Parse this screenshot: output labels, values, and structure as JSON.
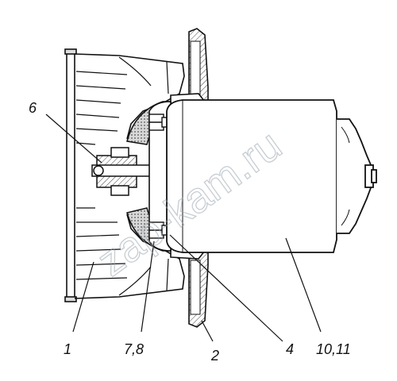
{
  "diagram": {
    "labels": {
      "l6": "6",
      "l1": "1",
      "l78": "7,8",
      "l2": "2",
      "l4": "4",
      "l1011": "10,11"
    },
    "watermark": "zap-kam.ru"
  },
  "colors": {
    "line": "#111111",
    "shade": "#b9b9b9",
    "hatch": "#444444",
    "watermark": "#9aa6ae"
  }
}
